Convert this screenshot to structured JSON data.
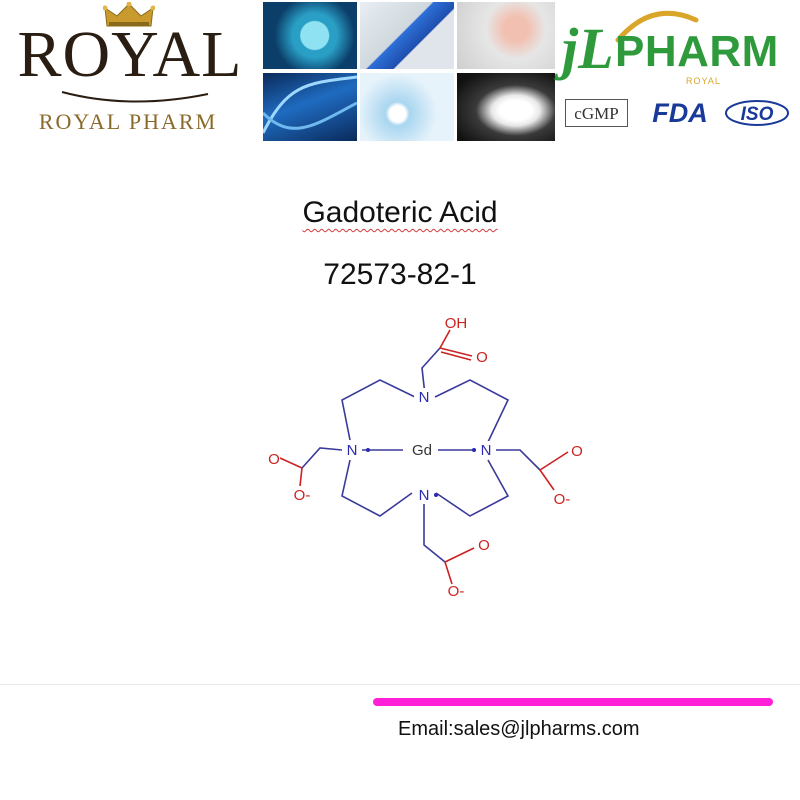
{
  "header": {
    "royal_logo": {
      "name": "ROYAL",
      "subtitle": "ROYAL  PHARM",
      "icon": "crown-icon",
      "colors": {
        "text": "#2a1d12",
        "gold": "#c99a2e"
      }
    },
    "jl_logo": {
      "name": "PHARM",
      "monogram": "jL",
      "badge_text": "ROYAL",
      "colors": {
        "green": "#2e9a3c",
        "gold": "#d9a62a"
      }
    },
    "certifications": [
      {
        "label": "cGMP"
      },
      {
        "label": "FDA"
      },
      {
        "label": "ISO"
      }
    ]
  },
  "product": {
    "name": "Gadoteric Acid",
    "cas": "72573-82-1"
  },
  "structure": {
    "atoms": {
      "n": "N",
      "gd": "Gd",
      "oh": "OH",
      "o": "O",
      "o_minus": "O-"
    },
    "colors": {
      "bond": "#3a3a9a",
      "nitrogen": "#2a2ab0",
      "oxygen": "#cc2222",
      "metal": "#333333"
    }
  },
  "footer": {
    "email": "Email:sales@jlpharms.com",
    "accent_color": "#ff1fd6"
  }
}
